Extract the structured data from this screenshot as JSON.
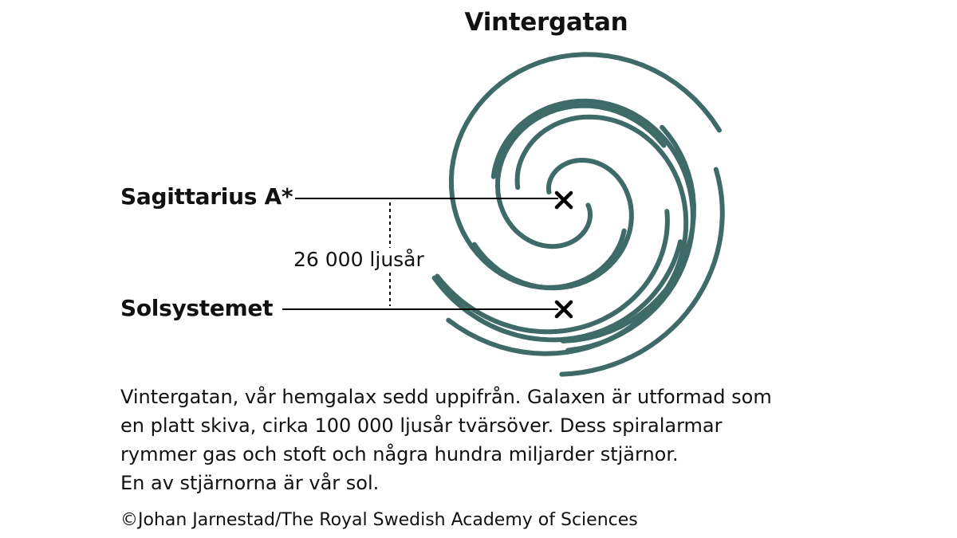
{
  "diagram": {
    "title": "Vintergatan",
    "markers": {
      "sagittarius": "Sagittarius A*",
      "solar_system": "Solsystemet"
    },
    "distance_label": "26 000 ljusår",
    "spiral_color": "#3e6a68",
    "marker_symbol": "×"
  },
  "caption": {
    "lines": [
      "Vintergatan, vår hemgalax sedd uppifrån. Galaxen är utformad som",
      "en platt skiva, cirka 100 000 ljusår tvärsöver. Dess spiralarmar",
      "rymmer gas och stoft och några hundra miljarder stjärnor.",
      "En av stjärnorna är vår sol."
    ]
  },
  "credit": "©Johan Jarnestad/The Royal Swedish Academy of Sciences"
}
